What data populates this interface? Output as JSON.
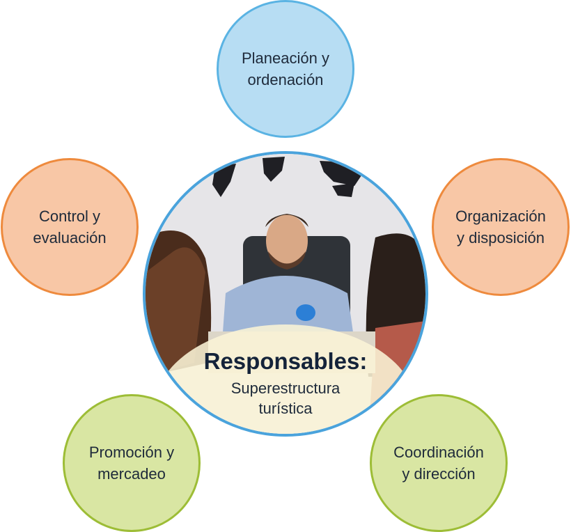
{
  "center": {
    "title": "Responsables:",
    "subtitle_lines": [
      "Superestructura",
      "turística"
    ]
  },
  "nodes": {
    "top": {
      "lines": [
        "Planeación y",
        "ordenación"
      ],
      "color": "#b7ddf3"
    },
    "left": {
      "lines": [
        "Control y",
        "evaluación"
      ],
      "color": "#f8c7a6"
    },
    "right": {
      "lines": [
        "Organización",
        "y disposición"
      ],
      "color": "#f8c7a6"
    },
    "bottom_left": {
      "lines": [
        "Promoción y",
        "mercadeo"
      ],
      "color": "#d9e6a3"
    },
    "bottom_right": {
      "lines": [
        "Coordinación",
        "y dirección"
      ],
      "color": "#d9e6a3"
    }
  }
}
